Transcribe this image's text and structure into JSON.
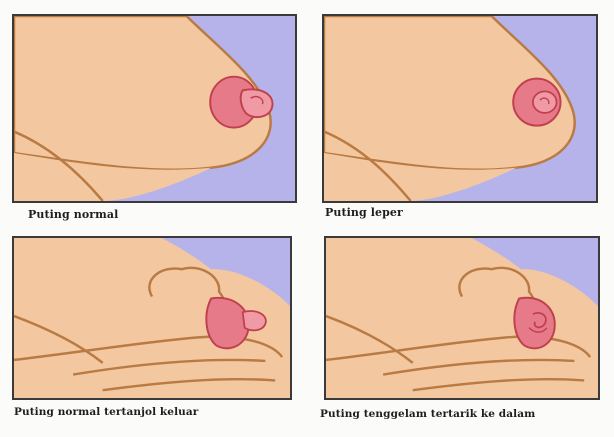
{
  "panels": [
    {
      "caption": "Puting normal"
    },
    {
      "caption": "Puting leper"
    },
    {
      "caption": "Puting normal tertanjol keluar"
    },
    {
      "caption": "Puting tenggelam tertarik ke dalam"
    }
  ],
  "colors": {
    "background_purple": "#b6b3ea",
    "skin": "#f3c8a0",
    "skin_shadow": "#e8b487",
    "outline": "#b97a43",
    "nipple": "#e77a88",
    "nipple_outline": "#c0404f",
    "frame": "#3a3a3a"
  }
}
